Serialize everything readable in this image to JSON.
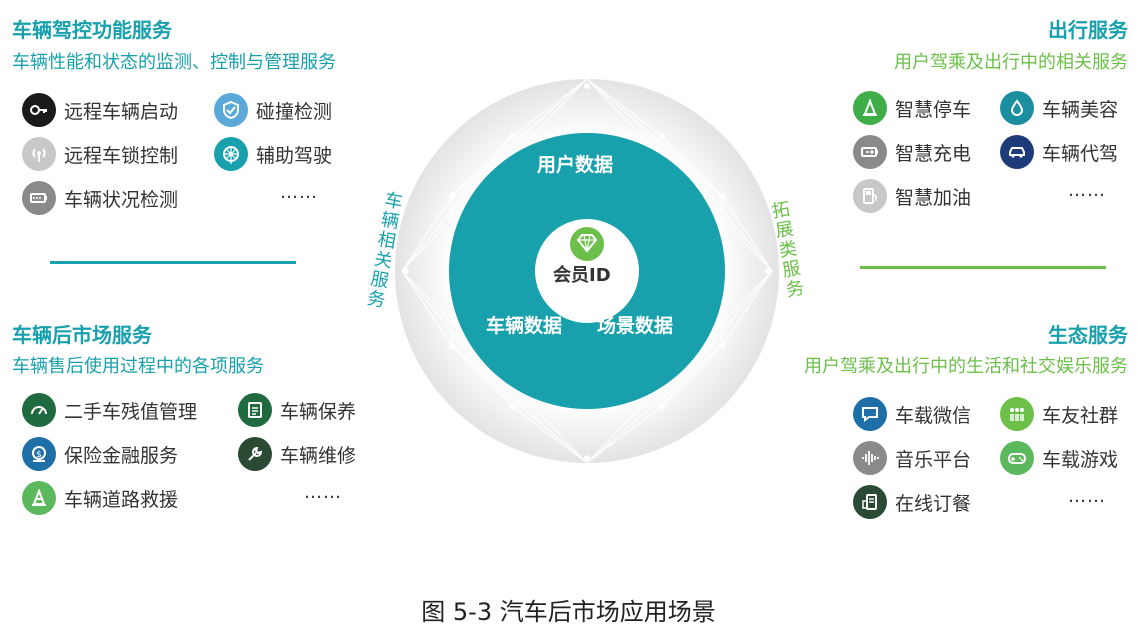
{
  "left_top": {
    "title": "车辆驾控功能服务",
    "subtitle": "车辆性能和状态的监测、控制与管理服务",
    "items": [
      {
        "label": "远程车辆启动",
        "icon": "key-icon",
        "color": "#1a1a1a"
      },
      {
        "label": "碰撞检测",
        "icon": "shield-icon",
        "color": "#5aa9d9"
      },
      {
        "label": "远程车锁控制",
        "icon": "signal-icon",
        "color": "#c8c8c8"
      },
      {
        "label": "辅助驾驶",
        "icon": "steering-wheel-icon",
        "color": "#18a1ad"
      },
      {
        "label": "车辆状况检测",
        "icon": "battery-icon",
        "color": "#8a8a8a"
      }
    ],
    "more": "……"
  },
  "left_bottom": {
    "title": "车辆后市场服务",
    "subtitle": "车辆售后使用过程中的各项服务",
    "items": [
      {
        "label": "二手车残值管理",
        "icon": "gauge-icon",
        "color": "#1f6b3f"
      },
      {
        "label": "车辆保养",
        "icon": "maintenance-icon",
        "color": "#1f6b3f"
      },
      {
        "label": "保险金融服务",
        "icon": "coin-icon",
        "color": "#1e6fa8"
      },
      {
        "label": "车辆维修",
        "icon": "wrench-icon",
        "color": "#2b4a34"
      },
      {
        "label": "车辆道路救援",
        "icon": "traffic-cone-icon",
        "color": "#5cb85c"
      }
    ],
    "more": "……"
  },
  "right_top": {
    "title": "出行服务",
    "subtitle": "用户驾乘及出行中的相关服务",
    "items": [
      {
        "label": "智慧停车",
        "icon": "parking-cone-icon",
        "color": "#3fae49"
      },
      {
        "label": "车辆美容",
        "icon": "water-drop-icon",
        "color": "#1b8fa0"
      },
      {
        "label": "智慧充电",
        "icon": "charging-icon",
        "color": "#8a8a8a"
      },
      {
        "label": "车辆代驾",
        "icon": "car-icon",
        "color": "#1d3b7a"
      },
      {
        "label": "智慧加油",
        "icon": "fuel-icon",
        "color": "#c8c8c8"
      }
    ],
    "more": "……"
  },
  "right_bottom": {
    "title": "生态服务",
    "subtitle": "用户驾乘及出行中的生活和社交娱乐服务",
    "items": [
      {
        "label": "车载微信",
        "icon": "chat-icon",
        "color": "#1e6fa8"
      },
      {
        "label": "车友社群",
        "icon": "group-icon",
        "color": "#6cc04a"
      },
      {
        "label": "音乐平台",
        "icon": "sound-wave-icon",
        "color": "#8a8a8a"
      },
      {
        "label": "车载游戏",
        "icon": "gamepad-icon",
        "color": "#5cb85c"
      },
      {
        "label": "在线订餐",
        "icon": "food-order-icon",
        "color": "#2b4a34"
      }
    ],
    "more": "……"
  },
  "center": {
    "user_data": "用户数据",
    "member_id": "会员ID",
    "vehicle_data": "车辆数据",
    "scene_data": "场景数据",
    "left_ring_label": "车辆相关服务",
    "right_ring_label": "拓展类服务",
    "member_icon": "diamond-icon"
  },
  "colors": {
    "teal": "#18a1ad",
    "green": "#6cc04a",
    "ring": "#e3e3e3"
  },
  "caption": "图  5-3  汽车后市场应用场景"
}
